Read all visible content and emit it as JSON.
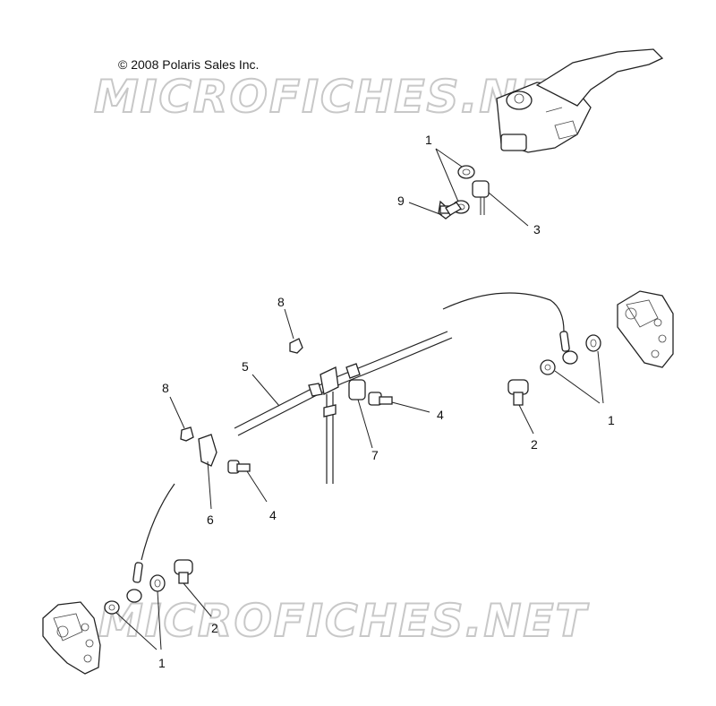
{
  "copyright": "© 2008 Polaris Sales Inc.",
  "watermarks": [
    "MICROFICHES.NET",
    "MICROFICHES.NET"
  ],
  "callouts": [
    {
      "id": "c1a",
      "label": "1"
    },
    {
      "id": "c9",
      "label": "9"
    },
    {
      "id": "c3",
      "label": "3"
    },
    {
      "id": "c8a",
      "label": "8"
    },
    {
      "id": "c5",
      "label": "5"
    },
    {
      "id": "c4a",
      "label": "4"
    },
    {
      "id": "c7",
      "label": "7"
    },
    {
      "id": "c2a",
      "label": "2"
    },
    {
      "id": "c1b",
      "label": "1"
    },
    {
      "id": "c8b",
      "label": "8"
    },
    {
      "id": "c6",
      "label": "6"
    },
    {
      "id": "c4b",
      "label": "4"
    },
    {
      "id": "c2b",
      "label": "2"
    },
    {
      "id": "c1c",
      "label": "1"
    }
  ]
}
